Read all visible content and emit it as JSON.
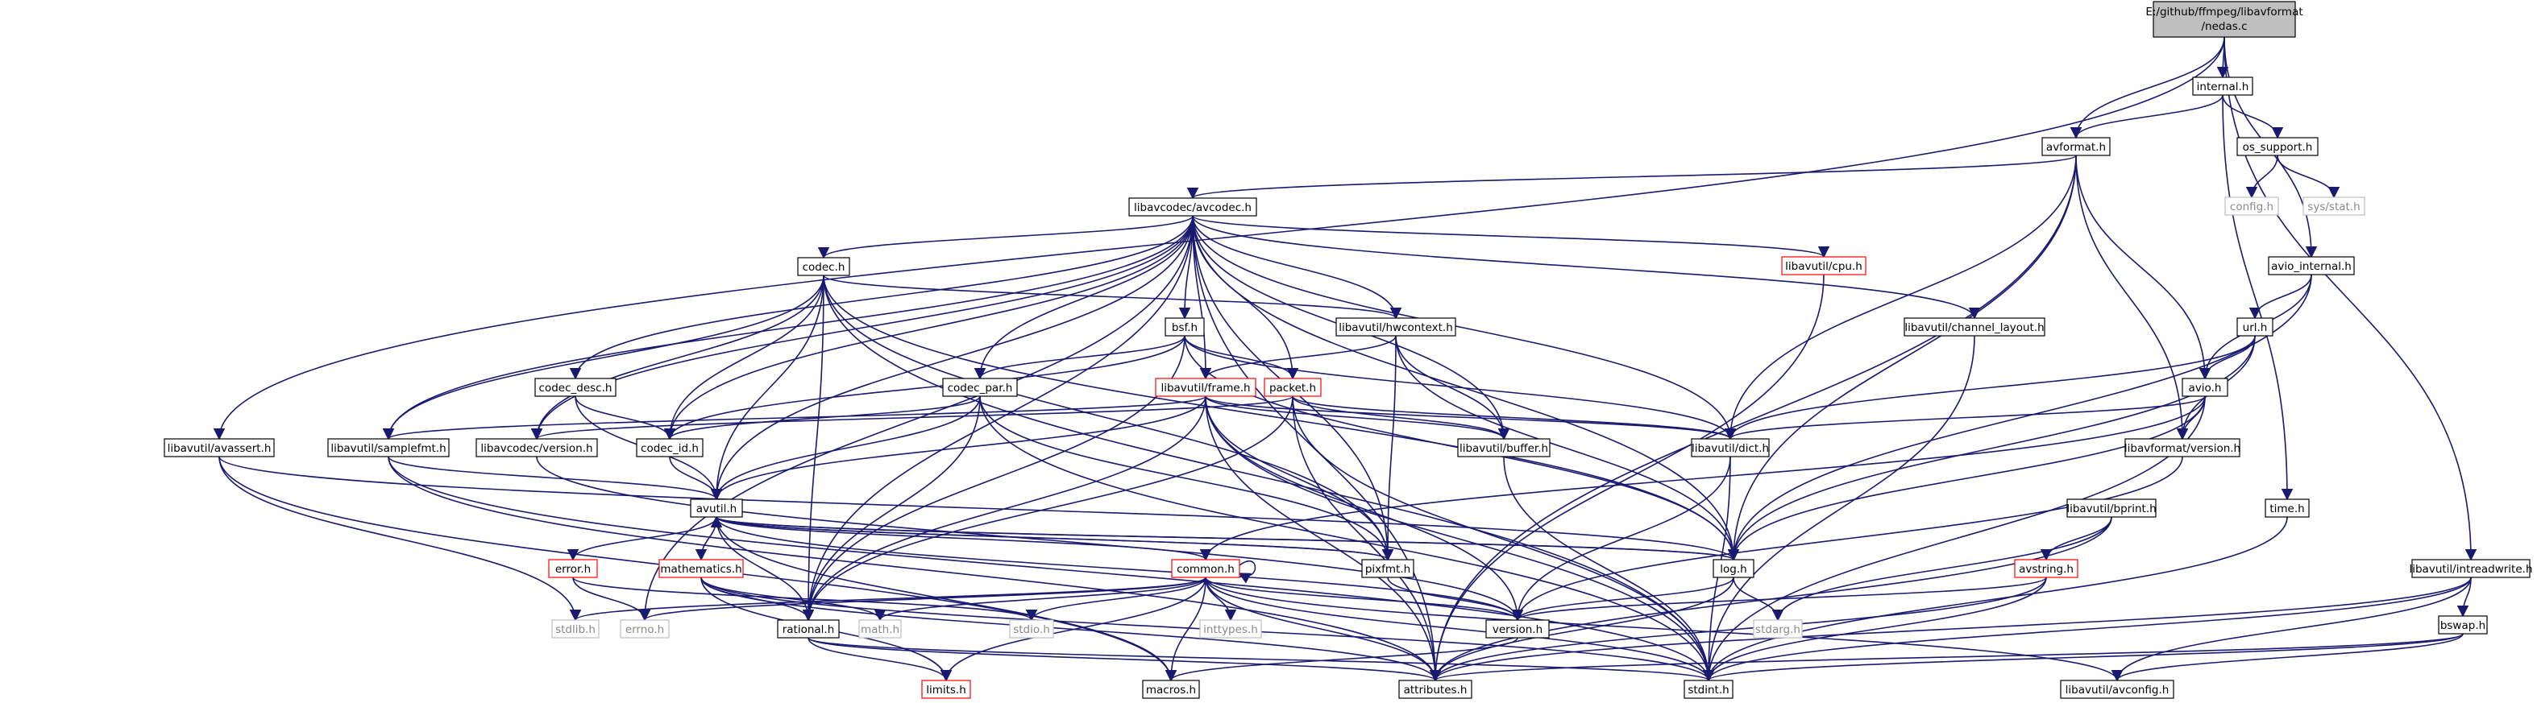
{
  "root": {
    "line1": "E:/github/ffmpeg/libavformat",
    "line2": "/nedas.c"
  },
  "nodes": {
    "internal_h": "internal.h",
    "avformat_h": "avformat.h",
    "os_support_h": "os_support.h",
    "config_h": "config.h",
    "sys_stat_h": "sys/stat.h",
    "avcodec_h": "libavcodec/avcodec.h",
    "cpu_h": "libavutil/cpu.h",
    "channel_layout_h": "libavutil/channel_layout.h",
    "avio_internal_h": "avio_internal.h",
    "url_h": "url.h",
    "avio_h": "avio.h",
    "lavf_version_h": "libavformat/version.h",
    "codec_h": "codec.h",
    "hwcontext_h": "libavutil/hwcontext.h",
    "bsf_h": "bsf.h",
    "frame_h": "libavutil/frame.h",
    "packet_h": "packet.h",
    "codec_desc_h": "codec_desc.h",
    "codec_par_h": "codec_par.h",
    "avassert_h": "libavutil/avassert.h",
    "samplefmt_h": "libavutil/samplefmt.h",
    "lavc_version_h": "libavcodec/version.h",
    "codec_id_h": "codec_id.h",
    "buffer_h": "libavutil/buffer.h",
    "dict_h": "libavutil/dict.h",
    "avutil_h": "avutil.h",
    "time_h": "time.h",
    "bprint_h": "libavutil/bprint.h",
    "intreadwrite_h": "libavutil/intreadwrite.h",
    "error_h": "error.h",
    "mathematics_h": "mathematics.h",
    "common_h": "common.h",
    "pixfmt_h": "pixfmt.h",
    "log_h": "log.h",
    "avstring_h": "avstring.h",
    "bswap_h": "bswap.h",
    "stdlib_h": "stdlib.h",
    "errno_h": "errno.h",
    "rational_h": "rational.h",
    "math_h": "math.h",
    "stdio_h": "stdio.h",
    "inttypes_h": "inttypes.h",
    "version_h": "version.h",
    "stdarg_h": "stdarg.h",
    "limits_h": "limits.h",
    "macros_h": "macros.h",
    "attributes_h": "attributes.h",
    "stdint_h": "stdint.h",
    "avconfig_h": "libavutil/avconfig.h"
  },
  "node_styles": {
    "red": [
      "cpu_h",
      "frame_h",
      "packet_h",
      "error_h",
      "mathematics_h",
      "common_h",
      "avstring_h",
      "limits_h"
    ],
    "gray": [
      "config_h",
      "sys_stat_h",
      "stdlib_h",
      "errno_h",
      "math_h",
      "stdio_h",
      "inttypes_h",
      "stdarg_h"
    ]
  },
  "edges": [
    [
      "root",
      "internal_h"
    ],
    [
      "root",
      "avformat_h"
    ],
    [
      "root",
      "avassert_h"
    ],
    [
      "root",
      "avio_internal_h"
    ],
    [
      "root",
      "intreadwrite_h"
    ],
    [
      "internal_h",
      "avformat_h"
    ],
    [
      "internal_h",
      "os_support_h"
    ],
    [
      "internal_h",
      "time_h"
    ],
    [
      "os_support_h",
      "config_h"
    ],
    [
      "os_support_h",
      "sys_stat_h"
    ],
    [
      "avformat_h",
      "avcodec_h"
    ],
    [
      "avformat_h",
      "avio_h"
    ],
    [
      "avformat_h",
      "lavf_version_h"
    ],
    [
      "avformat_h",
      "dict_h"
    ],
    [
      "avformat_h",
      "log_h"
    ],
    [
      "avformat_h",
      "attributes_h"
    ],
    [
      "avcodec_h",
      "codec_h"
    ],
    [
      "avcodec_h",
      "bsf_h"
    ],
    [
      "avcodec_h",
      "codec_desc_h"
    ],
    [
      "avcodec_h",
      "codec_par_h"
    ],
    [
      "avcodec_h",
      "cpu_h"
    ],
    [
      "avcodec_h",
      "channel_layout_h"
    ],
    [
      "avcodec_h",
      "hwcontext_h"
    ],
    [
      "avcodec_h",
      "frame_h"
    ],
    [
      "avcodec_h",
      "packet_h"
    ],
    [
      "avcodec_h",
      "samplefmt_h"
    ],
    [
      "avcodec_h",
      "lavc_version_h"
    ],
    [
      "avcodec_h",
      "codec_id_h"
    ],
    [
      "avcodec_h",
      "buffer_h"
    ],
    [
      "avcodec_h",
      "dict_h"
    ],
    [
      "avcodec_h",
      "avutil_h"
    ],
    [
      "avcodec_h",
      "log_h"
    ],
    [
      "avcodec_h",
      "pixfmt_h"
    ],
    [
      "avcodec_h",
      "rational_h"
    ],
    [
      "avcodec_h",
      "attributes_h"
    ],
    [
      "avcodec_h",
      "errno_h"
    ],
    [
      "cpu_h",
      "attributes_h"
    ],
    [
      "channel_layout_h",
      "stdint_h"
    ],
    [
      "avio_internal_h",
      "url_h"
    ],
    [
      "avio_internal_h",
      "avio_h"
    ],
    [
      "avio_internal_h",
      "log_h"
    ],
    [
      "url_h",
      "avio_h"
    ],
    [
      "url_h",
      "dict_h"
    ],
    [
      "url_h",
      "lavf_version_h"
    ],
    [
      "url_h",
      "log_h"
    ],
    [
      "avio_h",
      "dict_h"
    ],
    [
      "avio_h",
      "log_h"
    ],
    [
      "avio_h",
      "lavf_version_h"
    ],
    [
      "avio_h",
      "stdint_h"
    ],
    [
      "avio_h",
      "common_h"
    ],
    [
      "lavf_version_h",
      "version_h"
    ],
    [
      "codec_h",
      "hwcontext_h"
    ],
    [
      "codec_h",
      "codec_id_h"
    ],
    [
      "codec_h",
      "samplefmt_h"
    ],
    [
      "codec_h",
      "lavc_version_h"
    ],
    [
      "codec_h",
      "avutil_h"
    ],
    [
      "codec_h",
      "rational_h"
    ],
    [
      "codec_h",
      "pixfmt_h"
    ],
    [
      "codec_h",
      "log_h"
    ],
    [
      "codec_h",
      "stdint_h"
    ],
    [
      "hwcontext_h",
      "buffer_h"
    ],
    [
      "hwcontext_h",
      "frame_h"
    ],
    [
      "hwcontext_h",
      "log_h"
    ],
    [
      "hwcontext_h",
      "pixfmt_h"
    ],
    [
      "bsf_h",
      "codec_par_h"
    ],
    [
      "bsf_h",
      "packet_h"
    ],
    [
      "bsf_h",
      "codec_id_h"
    ],
    [
      "bsf_h",
      "dict_h"
    ],
    [
      "bsf_h",
      "log_h"
    ],
    [
      "bsf_h",
      "rational_h"
    ],
    [
      "frame_h",
      "avutil_h"
    ],
    [
      "frame_h",
      "buffer_h"
    ],
    [
      "frame_h",
      "dict_h"
    ],
    [
      "frame_h",
      "pixfmt_h"
    ],
    [
      "frame_h",
      "rational_h"
    ],
    [
      "frame_h",
      "samplefmt_h"
    ],
    [
      "frame_h",
      "version_h"
    ],
    [
      "frame_h",
      "attributes_h"
    ],
    [
      "frame_h",
      "stdint_h"
    ],
    [
      "packet_h",
      "buffer_h"
    ],
    [
      "packet_h",
      "dict_h"
    ],
    [
      "packet_h",
      "rational_h"
    ],
    [
      "packet_h",
      "lavc_version_h"
    ],
    [
      "packet_h",
      "attributes_h"
    ],
    [
      "packet_h",
      "stdint_h"
    ],
    [
      "codec_desc_h",
      "codec_id_h"
    ],
    [
      "codec_desc_h",
      "avutil_h"
    ],
    [
      "codec_par_h",
      "codec_id_h"
    ],
    [
      "codec_par_h",
      "avutil_h"
    ],
    [
      "codec_par_h",
      "rational_h"
    ],
    [
      "codec_par_h",
      "pixfmt_h"
    ],
    [
      "codec_par_h",
      "stdint_h"
    ],
    [
      "avassert_h",
      "stdlib_h"
    ],
    [
      "avassert_h",
      "log_h"
    ],
    [
      "avassert_h",
      "macros_h"
    ],
    [
      "samplefmt_h",
      "avutil_h"
    ],
    [
      "samplefmt_h",
      "attributes_h"
    ],
    [
      "samplefmt_h",
      "stdint_h"
    ],
    [
      "lavc_version_h",
      "version_h"
    ],
    [
      "codec_id_h",
      "avutil_h"
    ],
    [
      "buffer_h",
      "stdint_h"
    ],
    [
      "dict_h",
      "stdint_h"
    ],
    [
      "dict_h",
      "version_h"
    ],
    [
      "avutil_h",
      "error_h"
    ],
    [
      "avutil_h",
      "mathematics_h"
    ],
    [
      "avutil_h",
      "common_h"
    ],
    [
      "avutil_h",
      "rational_h"
    ],
    [
      "avutil_h",
      "version_h"
    ],
    [
      "avutil_h",
      "macros_h"
    ],
    [
      "avutil_h",
      "pixfmt_h"
    ],
    [
      "avutil_h",
      "log_h"
    ],
    [
      "time_h",
      "stdint_h"
    ],
    [
      "bprint_h",
      "avstring_h"
    ],
    [
      "bprint_h",
      "attributes_h"
    ],
    [
      "bprint_h",
      "stdarg_h"
    ],
    [
      "intreadwrite_h",
      "bswap_h"
    ],
    [
      "intreadwrite_h",
      "avconfig_h"
    ],
    [
      "intreadwrite_h",
      "attributes_h"
    ],
    [
      "intreadwrite_h",
      "stdint_h"
    ],
    [
      "error_h",
      "errno_h"
    ],
    [
      "error_h",
      "stdio_h"
    ],
    [
      "mathematics_h",
      "rational_h"
    ],
    [
      "mathematics_h",
      "math_h"
    ],
    [
      "mathematics_h",
      "attributes_h"
    ],
    [
      "mathematics_h",
      "stdint_h"
    ],
    [
      "mathematics_h",
      "limits_h"
    ],
    [
      "common_h",
      "common_h"
    ],
    [
      "common_h",
      "errno_h"
    ],
    [
      "common_h",
      "inttypes_h"
    ],
    [
      "common_h",
      "limits_h"
    ],
    [
      "common_h",
      "math_h"
    ],
    [
      "common_h",
      "stdint_h"
    ],
    [
      "common_h",
      "stdio_h"
    ],
    [
      "common_h",
      "stdlib_h"
    ],
    [
      "common_h",
      "attributes_h"
    ],
    [
      "common_h",
      "macros_h"
    ],
    [
      "common_h",
      "version_h"
    ],
    [
      "common_h",
      "avconfig_h"
    ],
    [
      "pixfmt_h",
      "avutil_h"
    ],
    [
      "pixfmt_h",
      "version_h"
    ],
    [
      "log_h",
      "avutil_h"
    ],
    [
      "log_h",
      "attributes_h"
    ],
    [
      "log_h",
      "version_h"
    ],
    [
      "log_h",
      "stdarg_h"
    ],
    [
      "avstring_h",
      "attributes_h"
    ],
    [
      "avstring_h",
      "version_h"
    ],
    [
      "avstring_h",
      "stdint_h"
    ],
    [
      "bswap_h",
      "attributes_h"
    ],
    [
      "bswap_h",
      "avconfig_h"
    ],
    [
      "bswap_h",
      "stdint_h"
    ],
    [
      "rational_h",
      "attributes_h"
    ],
    [
      "rational_h",
      "limits_h"
    ],
    [
      "rational_h",
      "stdint_h"
    ],
    [
      "version_h",
      "macros_h"
    ]
  ]
}
